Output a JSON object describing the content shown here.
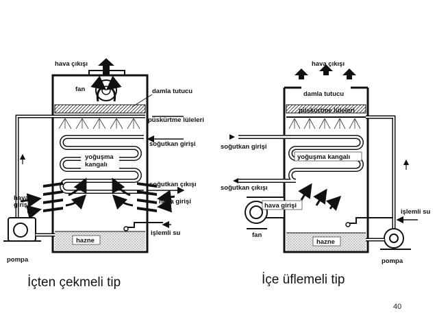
{
  "left": {
    "labels": {
      "air_out": "hava çıkışı",
      "fan": "fan",
      "drift": "damla tutucu",
      "nozzles": "püskürtme lüleleri",
      "coil": "yoğuşma\nkangalı",
      "ref_in": "soğutkan girişi",
      "ref_out": "soğutkan çıkışı",
      "air_in_left": "hava\ngirişi",
      "air_in_right": "hava girişi",
      "makeup": "işlemli su",
      "sump": "hazne",
      "pump": "pompa"
    },
    "caption": "İçten çekmeli tip"
  },
  "right": {
    "labels": {
      "air_out": "hava çıkışı",
      "drift": "damla tutucu",
      "nozzles": "püskürtme lüleleri",
      "ref_in": "soğutkan girişi",
      "coil": "yoğuşma kangalı",
      "ref_out": "soğutkan çıkışı",
      "air_in": "hava girişi",
      "fan": "fan",
      "makeup": "işlemli su",
      "sump": "hazne",
      "pump": "pompa"
    },
    "caption": "İçe üflemeli tip"
  },
  "page_number": "40"
}
